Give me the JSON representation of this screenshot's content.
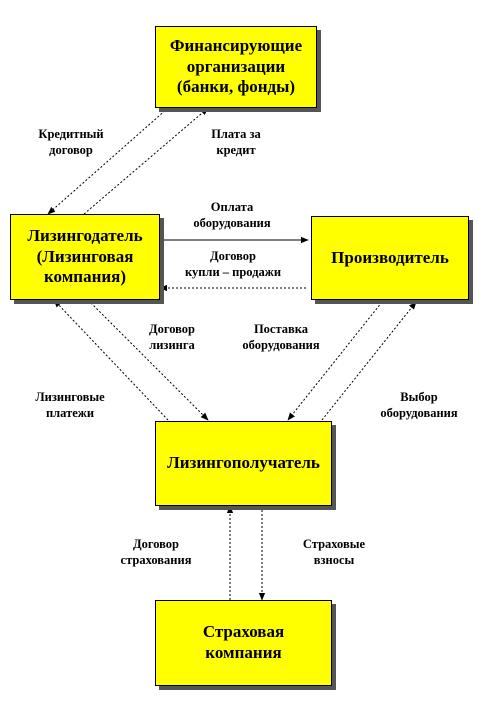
{
  "nodes": {
    "finance": "Финансирующие\nорганизации\n(банки, фонды)",
    "lessor": "Лизингодатель\n(Лизинговая\nкомпания)",
    "producer": "Производитель",
    "lessee": "Лизингополучатель",
    "insurer": "Страховая\nкомпания"
  },
  "labels": {
    "credit_contract": "Кредитный\nдоговор",
    "credit_payment": "Плата за\nкредит",
    "equipment_payment": "Оплата\nоборудования",
    "purchase_contract": "Договор\nкупли – продажи",
    "leasing_contract": "Договор\nлизинга",
    "equipment_delivery": "Поставка\nоборудования",
    "leasing_payments": "Лизинговые\nплатежи",
    "equipment_choice": "Выбор\nоборудования",
    "insurance_contract": "Договор\nстрахования",
    "insurance_fees": "Страховые\nвзносы"
  },
  "colors": {
    "box_fill": "#ffff00",
    "line": "#000000",
    "shadow": "#555555"
  }
}
